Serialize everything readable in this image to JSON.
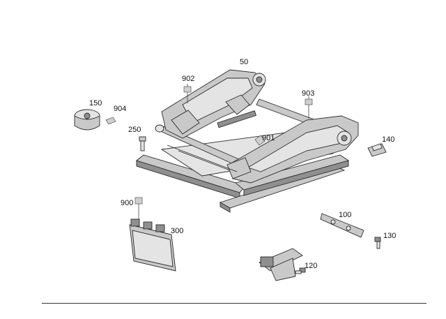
{
  "diagram": {
    "callouts": {
      "c50": "50",
      "c902": "902",
      "c903": "903",
      "c150": "150",
      "c904": "904",
      "c250": "250",
      "c901": "901",
      "c140": "140",
      "c900": "900",
      "c300": "300",
      "c100": "100",
      "c130": "130",
      "c120": "120"
    }
  }
}
